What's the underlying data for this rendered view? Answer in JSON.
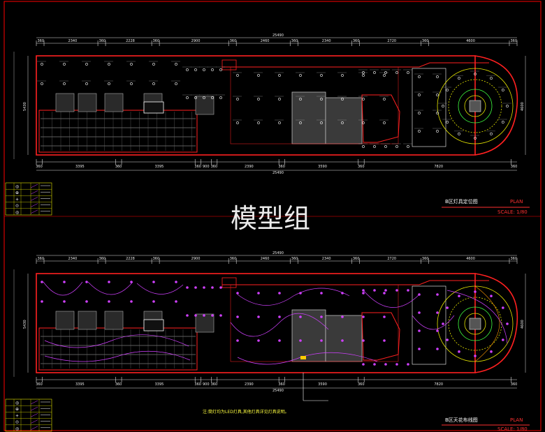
{
  "watermark": "模型组",
  "plans": [
    {
      "title": "B区灯具定位图",
      "plan_word": "PLAN",
      "scale": "SCALE: 1/80",
      "top_dims": [
        "360",
        "2340",
        "360",
        "2228",
        "360",
        "2900",
        "360",
        "2460",
        "360",
        "2340",
        "360",
        "2720",
        "360",
        "4600",
        "360"
      ],
      "top_total": "25490",
      "bottom_dims": [
        "360",
        "3395",
        "360",
        "3395",
        "360",
        "900",
        "360",
        "2390",
        "360",
        "3590",
        "360",
        "7820",
        "360"
      ],
      "bottom_total": "25490",
      "left_dim": "5430",
      "right_dim": "4600"
    },
    {
      "title": "B区天花布线图",
      "plan_word": "PLAN",
      "scale": "SCALE: 1/80",
      "top_dims": [
        "360",
        "2340",
        "360",
        "2228",
        "360",
        "2900",
        "360",
        "2460",
        "360",
        "2340",
        "360",
        "2720",
        "360",
        "4600",
        "360"
      ],
      "top_total": "25490",
      "bottom_dims": [
        "360",
        "3395",
        "360",
        "3395",
        "360",
        "900",
        "360",
        "2390",
        "360",
        "3590",
        "360",
        "7820",
        "360"
      ],
      "bottom_total": "25490",
      "left_dim": "5430",
      "right_dim": "4600"
    }
  ],
  "note": "注:筒灯均为LED灯具,其他灯具详见灯具说明。",
  "legend_marks": [
    "◎",
    "⊕",
    "+",
    "⊙",
    "◎"
  ],
  "colors": {
    "background": "#000000",
    "wall": "#ff2020",
    "dimension": "#e0e0e0",
    "frame": "#ff0000",
    "fixture": "#ffffff",
    "wiring": "#d040ff",
    "circle_yellow": "#e6e600",
    "circle_green": "#40ff40",
    "hatch": "#777777"
  }
}
